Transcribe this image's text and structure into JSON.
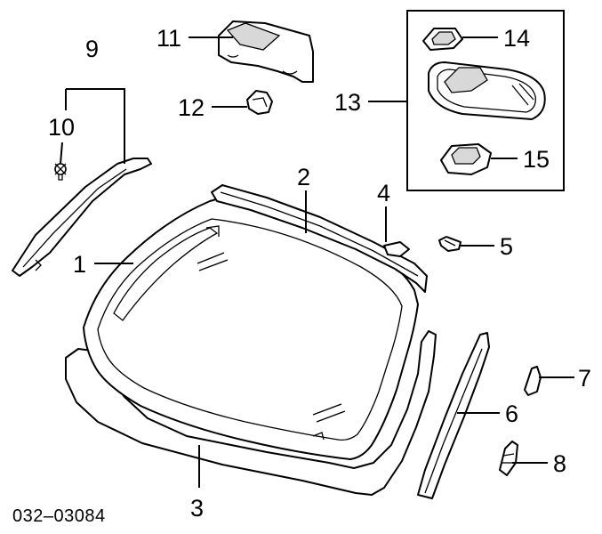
{
  "callouts": {
    "c1": "1",
    "c2": "2",
    "c3": "3",
    "c4": "4",
    "c5": "5",
    "c6": "6",
    "c7": "7",
    "c8": "8",
    "c9": "9",
    "c10": "10",
    "c11": "11",
    "c12": "12",
    "c13": "13",
    "c14": "14",
    "c15": "15"
  },
  "diagram_code": "032–03084"
}
